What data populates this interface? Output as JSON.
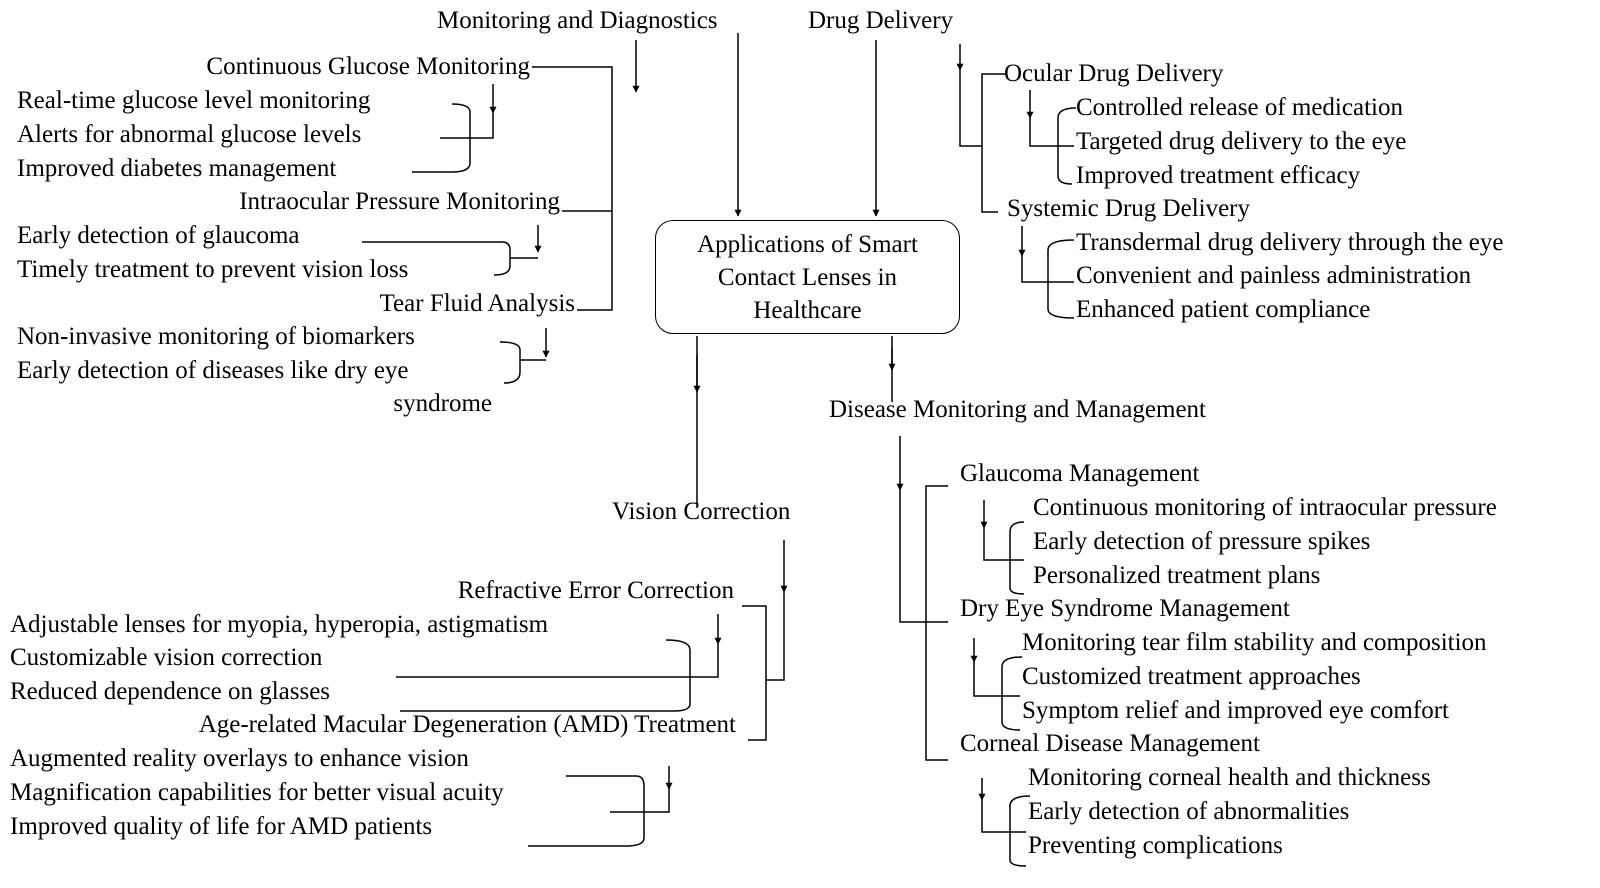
{
  "center": {
    "line1": "Applications of Smart",
    "line2": "Contact Lenses in",
    "line3": "Healthcare"
  },
  "monitoring": {
    "title": "Monitoring and Diagnostics",
    "cgm": {
      "label": "Continuous Glucose Monitoring",
      "items": [
        "Real-time glucose level monitoring",
        "Alerts for abnormal glucose levels",
        "Improved diabetes management"
      ]
    },
    "iop": {
      "label": "Intraocular Pressure Monitoring",
      "items": [
        "Early detection of glaucoma",
        "Timely treatment to prevent vision loss"
      ]
    },
    "tear": {
      "label": "Tear Fluid Analysis",
      "items": [
        "Non-invasive monitoring of biomarkers",
        "Early detection of diseases like dry eye",
        "syndrome"
      ]
    }
  },
  "drug": {
    "title": "Drug Delivery",
    "ocular": {
      "label": "Ocular Drug Delivery",
      "items": [
        "Controlled release of medication",
        "Targeted drug delivery to the eye",
        "Improved treatment efficacy"
      ]
    },
    "systemic": {
      "label": "Systemic Drug Delivery",
      "items": [
        "Transdermal drug delivery through the eye",
        "Convenient and painless administration",
        "Enhanced patient compliance"
      ]
    }
  },
  "vision": {
    "title": "Vision Correction",
    "refractive": {
      "label": "Refractive Error Correction",
      "items": [
        "Adjustable lenses for myopia, hyperopia, astigmatism",
        "Customizable vision correction",
        "Reduced dependence on glasses"
      ]
    },
    "amd": {
      "label": "Age-related Macular Degeneration (AMD) Treatment",
      "items": [
        "Augmented reality overlays to enhance vision",
        "Magnification capabilities for better visual acuity",
        "Improved quality of life for AMD patients"
      ]
    }
  },
  "disease": {
    "title": "Disease Monitoring and Management",
    "glaucoma": {
      "label": "Glaucoma Management",
      "items": [
        "Continuous monitoring of intraocular pressure",
        "Early detection of pressure spikes",
        "Personalized treatment plans"
      ]
    },
    "dryeye": {
      "label": "Dry Eye Syndrome Management",
      "items": [
        "Monitoring tear film stability and composition",
        "Customized treatment approaches",
        "Symptom relief and improved eye comfort"
      ]
    },
    "corneal": {
      "label": "Corneal Disease Management",
      "items": [
        "Monitoring corneal health and thickness",
        "Early detection of abnormalities",
        "Preventing complications"
      ]
    }
  }
}
